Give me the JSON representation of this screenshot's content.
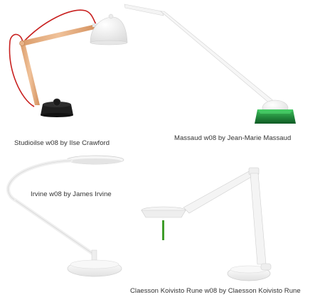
{
  "lamps": [
    {
      "id": "studioilse",
      "caption": "Studioilse w08 by Ilse Crawford"
    },
    {
      "id": "massaud",
      "caption": "Massaud w08 by Jean-Marie Massaud"
    },
    {
      "id": "irvine",
      "caption": "Irvine w08 by James Irvine"
    },
    {
      "id": "claesson",
      "caption": "Claesson Koivisto Rune w08 by Claesson Koivisto Rune"
    }
  ],
  "colors": {
    "background": "#ffffff",
    "wood_arm": "#e0a77a",
    "cord": "#c8201f",
    "base_dark": "#1e1e1e",
    "lamp_white": "#f4f4f4",
    "lamp_outline": "#d2d2d2",
    "green_base": "#1e8a3a",
    "green_stem": "#3f9d2a"
  }
}
